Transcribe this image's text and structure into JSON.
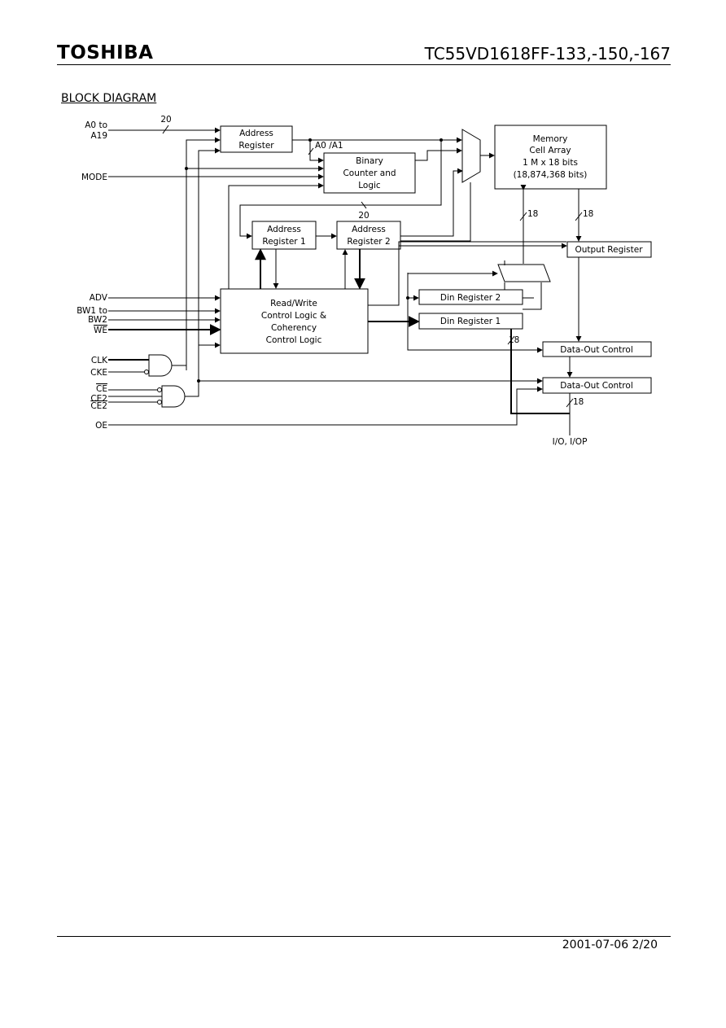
{
  "header": {
    "logo": "TOSHIBA",
    "part_number": "TC55VD1618FF-133,-150,-167"
  },
  "section_title": "BLOCK DIAGRAM",
  "diagram": {
    "signals": {
      "a0_to": "A0 to",
      "a19": "A19",
      "mode": "MODE",
      "adv": "ADV",
      "bw1_to": "BW1 to",
      "bw2": "BW2",
      "we": "WE",
      "clk": "CLK",
      "cke": "CKE",
      "ce": "CE",
      "ce2": "CE2",
      "ce2b": "CE2",
      "oe": "OE",
      "io": "I/O, I/OP",
      "a0a1": "A0 /A1"
    },
    "bus_widths": {
      "address_in": "20",
      "counter_out": "20",
      "mem_in": "18",
      "mem_out": "18",
      "din": "18",
      "io_bus": "18"
    },
    "blocks": {
      "address_register": [
        "Address",
        "Register"
      ],
      "binary_counter": [
        "Binary",
        "Counter and",
        "Logic"
      ],
      "memory_cell_array": [
        "Memory",
        "Cell Array",
        "1 M x 18 bits",
        "(18,874,368 bits)"
      ],
      "address_register_1": [
        "Address",
        "Register 1"
      ],
      "address_register_2": [
        "Address",
        "Register 2"
      ],
      "output_register": "Output Register",
      "rw_control": [
        "Read/Write",
        "Control Logic &",
        "Coherency",
        "Control Logic"
      ],
      "din_register_2": "Din  Register 2",
      "din_register_1": "Din  Register 1",
      "data_out_control_1": "Data-Out Control",
      "data_out_control_2": "Data-Out Control"
    }
  },
  "footer": {
    "date_page": "2001-07-06   2/20"
  }
}
